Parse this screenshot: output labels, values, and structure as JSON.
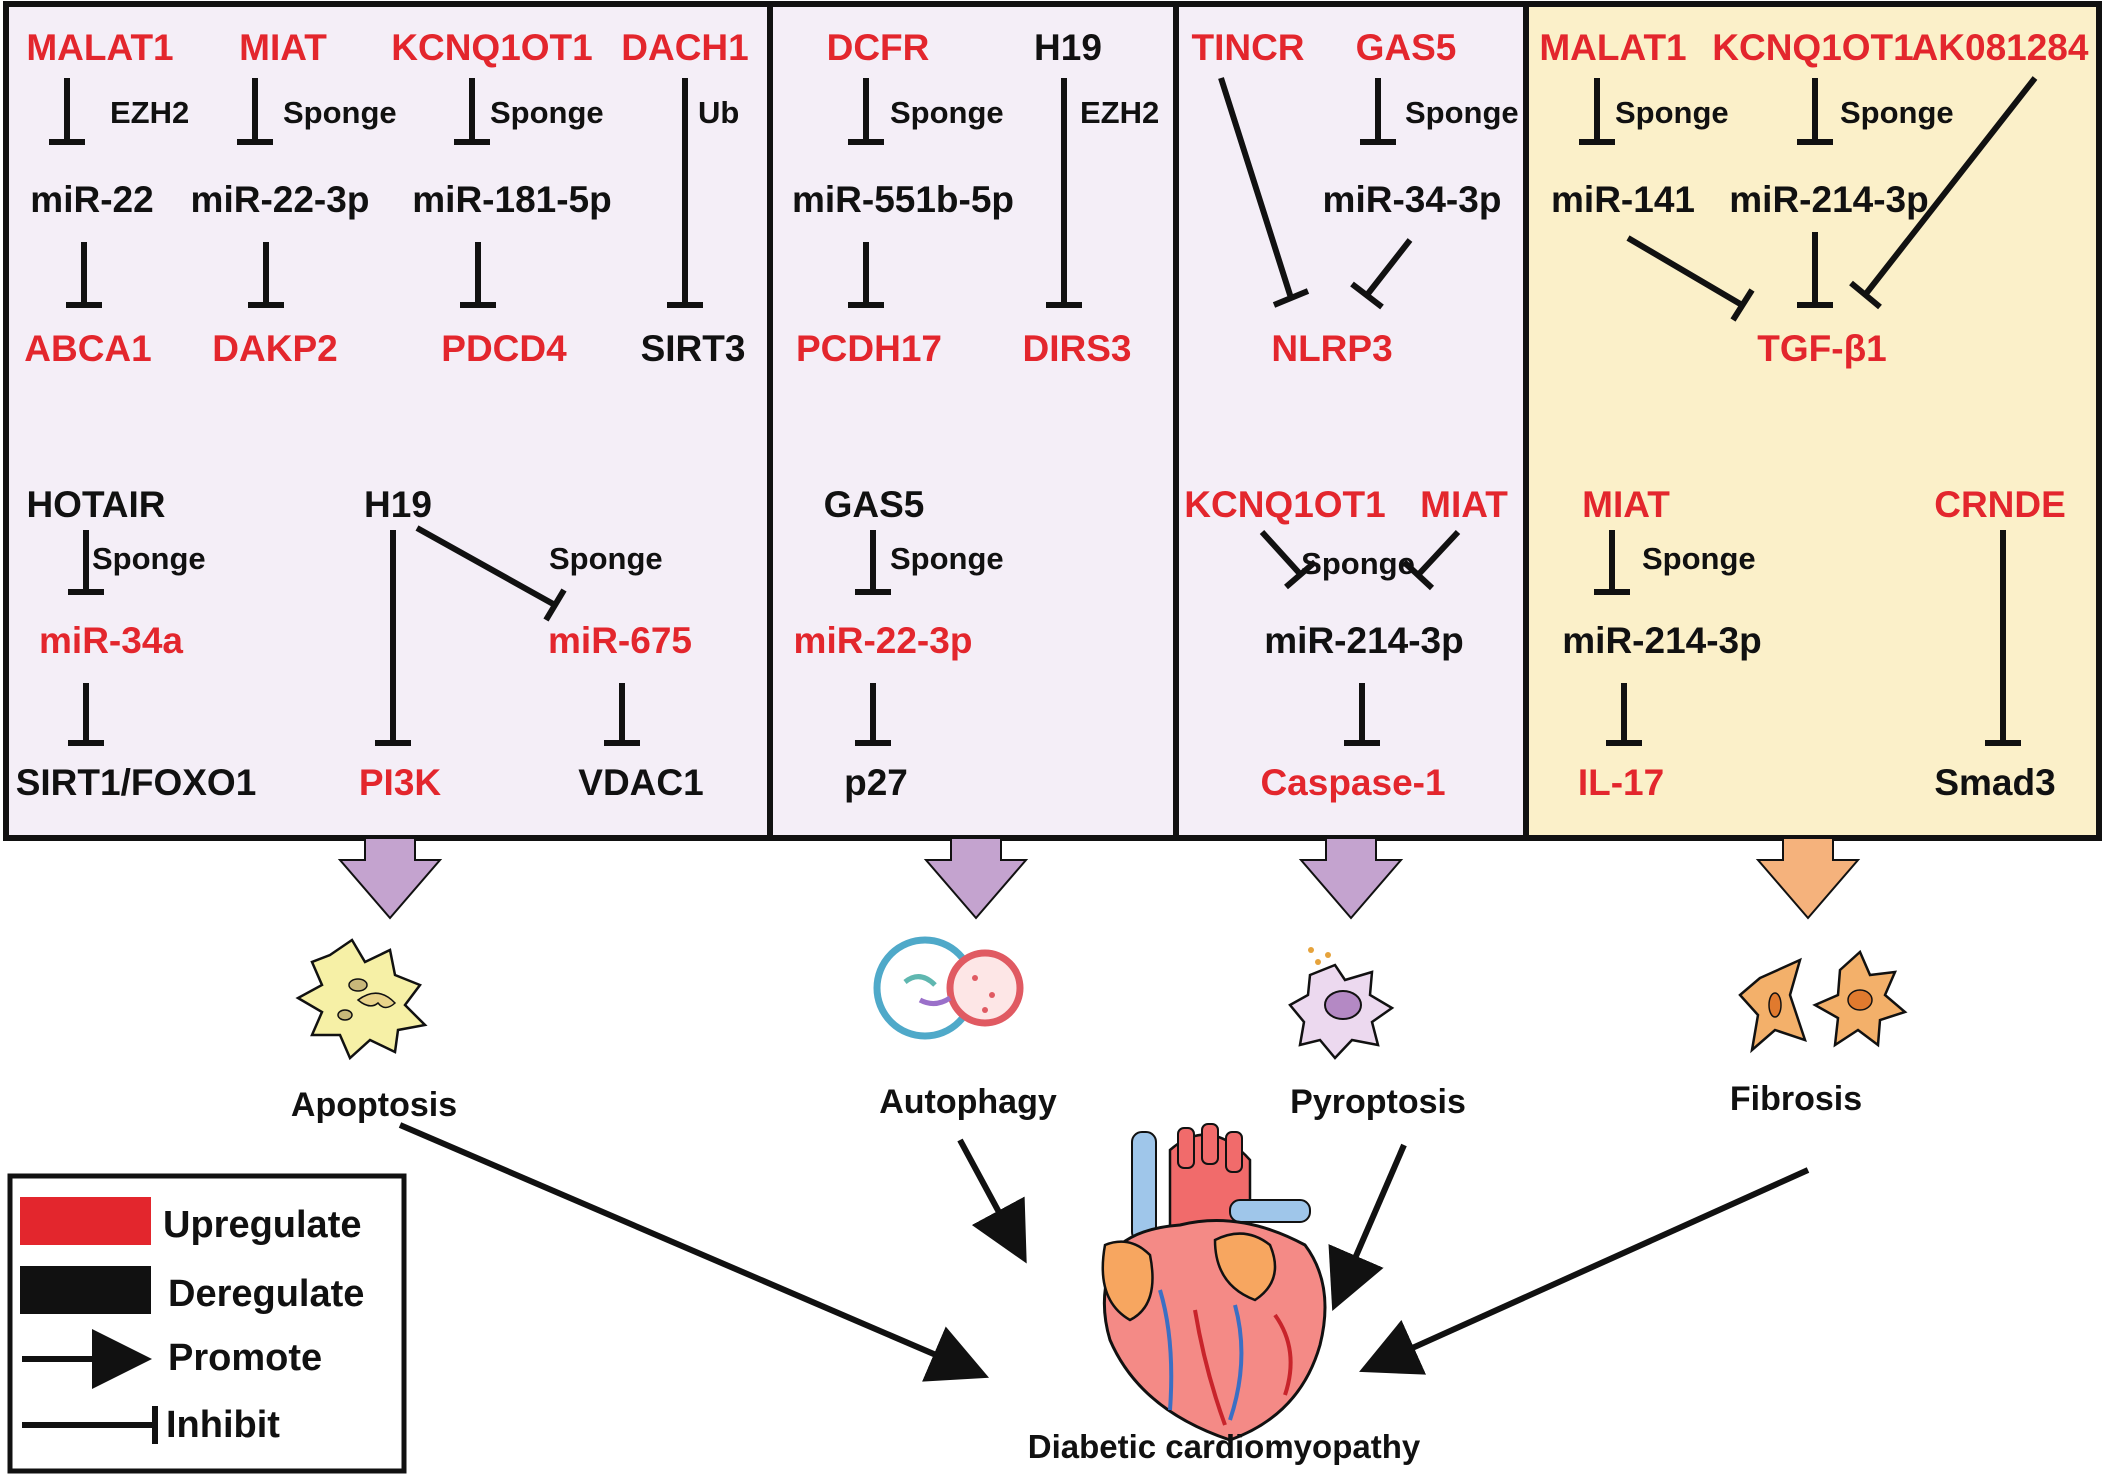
{
  "colors": {
    "upregulated": "#e3262d",
    "deregulated": "#111111",
    "panel_fill": "#f4eef7",
    "fibrosis_panel_fill": "#fbf0c9",
    "arrow_purple": "#c4a3cf",
    "arrow_orange": "#f5b27c"
  },
  "panels": {
    "apoptosis": {
      "nodes": {
        "malat1": "MALAT1",
        "miat": "MIAT",
        "kcnq1ot1": "KCNQ1OT1",
        "dach1": "DACH1",
        "mir22": "miR-22",
        "mir22_3p": "miR-22-3p",
        "mir181_5p": "miR-181-5p",
        "abca1": "ABCA1",
        "dakp2": "DAKP2",
        "pdcd4": "PDCD4",
        "sirt3": "SIRT3",
        "hotair": "HOTAIR",
        "h19": "H19",
        "mir34a": "miR-34a",
        "mir675": "miR-675",
        "sirt1_foxo1": "SIRT1/FOXO1",
        "pi3k": "PI3K",
        "vdac1": "VDAC1"
      },
      "edge_labels": {
        "ezh2": "EZH2",
        "sponge_miat": "Sponge",
        "sponge_kcnq": "Sponge",
        "ub": "Ub",
        "sponge_hotair": "Sponge",
        "sponge_h19": "Sponge"
      }
    },
    "autophagy": {
      "nodes": {
        "dcfr": "DCFR",
        "h19": "H19",
        "mir551b": "miR-551b-5p",
        "pcdh17": "PCDH17",
        "dirs3": "DIRS3",
        "gas5": "GAS5",
        "mir22_3p": "miR-22-3p",
        "p27": "p27"
      },
      "edge_labels": {
        "sponge_dcfr": "Sponge",
        "ezh2": "EZH2",
        "sponge_gas5": "Sponge"
      }
    },
    "pyroptosis": {
      "nodes": {
        "tincr": "TINCR",
        "gas5": "GAS5",
        "mir34_3p": "miR-34-3p",
        "nlrp3": "NLRP3",
        "kcnq1ot1": "KCNQ1OT1",
        "miat": "MIAT",
        "mir214_3p": "miR-214-3p",
        "caspase1": "Caspase-1"
      },
      "edge_labels": {
        "sponge_gas5": "Sponge",
        "sponge_kcnq": "Sponge"
      }
    },
    "fibrosis": {
      "nodes": {
        "malat1": "MALAT1",
        "kcnq1ot1": "KCNQ1OT1",
        "ak081284": "AK081284",
        "mir141": "miR-141",
        "mir214_3p_top": "miR-214-3p",
        "tgfb1": "TGF-β1",
        "miat": "MIAT",
        "crnde": "CRNDE",
        "mir214_3p_bot": "miR-214-3p",
        "il17": "IL-17",
        "smad3": "Smad3"
      },
      "edge_labels": {
        "sponge_malat1": "Sponge",
        "sponge_kcnq": "Sponge",
        "sponge_miat": "Sponge"
      }
    }
  },
  "outcomes": {
    "apoptosis": "Apoptosis",
    "autophagy": "Autophagy",
    "pyroptosis": "Pyroptosis",
    "fibrosis": "Fibrosis"
  },
  "final": "Diabetic cardiomyopathy",
  "legend": {
    "upregulate": "Upregulate",
    "deregulate": "Deregulate",
    "promote": "Promote",
    "inhibit": "Inhibit"
  }
}
